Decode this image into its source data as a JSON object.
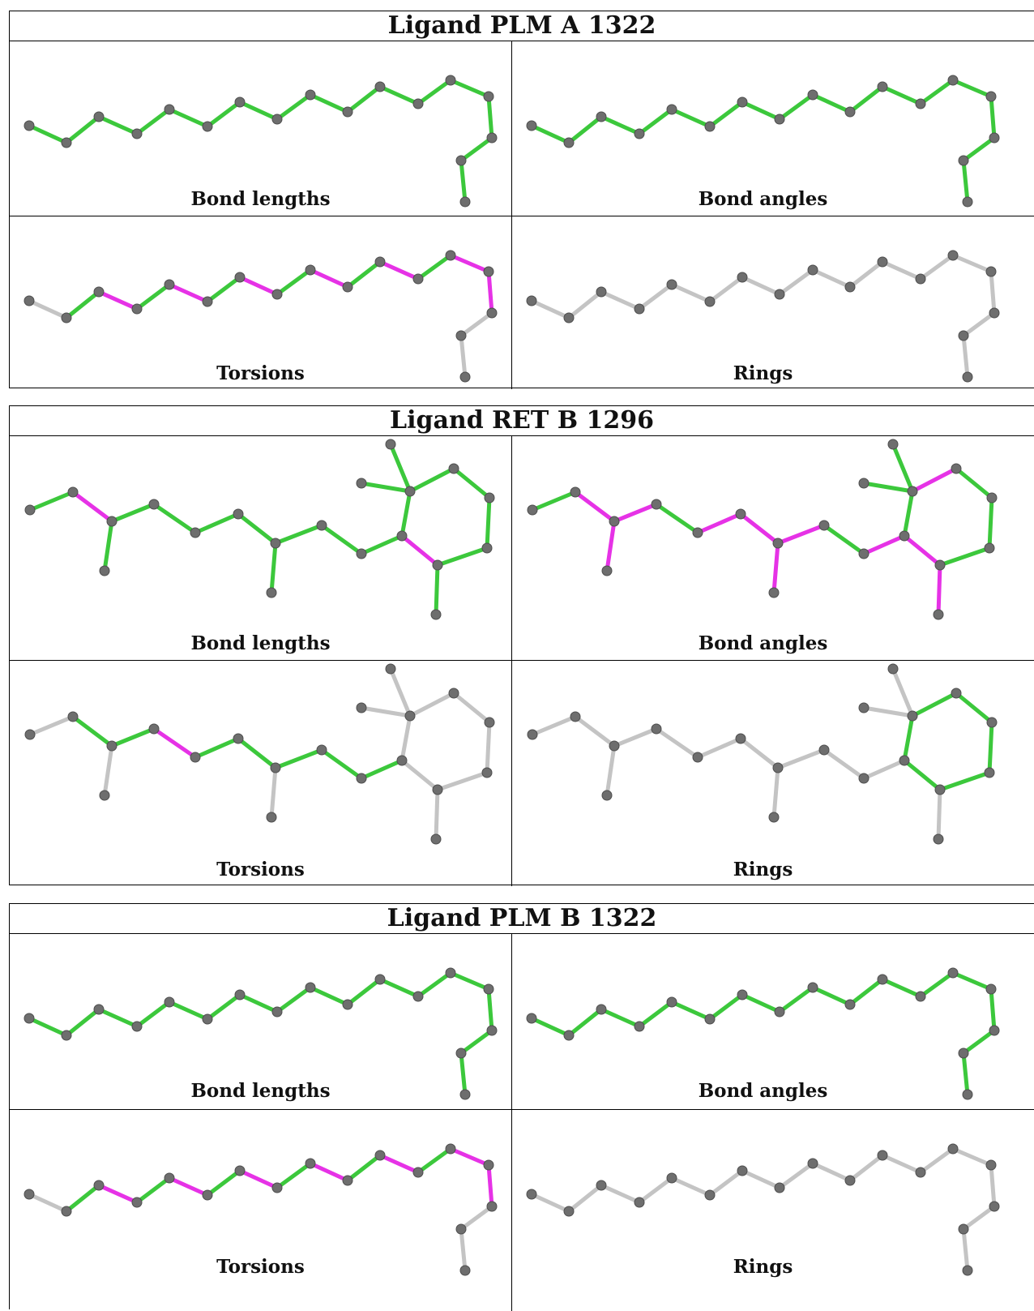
{
  "colors": {
    "good": "#3cc83c",
    "outlier": "#e632e6",
    "none": "#c4c4c4",
    "atom": "#6e6e6e"
  },
  "panel_labels": [
    "Bond lengths",
    "Bond angles",
    "Torsions",
    "Rings"
  ],
  "ligands": [
    {
      "title": "Ligand PLM A 1322",
      "type": "plm",
      "panels": [
        {
          "label_index": 0,
          "bond_status": "all-good"
        },
        {
          "label_index": 1,
          "bond_status": "all-good"
        },
        {
          "label_index": 2,
          "bond_status": "torsion-pattern"
        },
        {
          "label_index": 3,
          "bond_status": "all-none"
        }
      ]
    },
    {
      "title": "Ligand RET B 1296",
      "type": "ret",
      "panels": [
        {
          "label_index": 0,
          "bond_status": "ret-lengths"
        },
        {
          "label_index": 1,
          "bond_status": "ret-angles"
        },
        {
          "label_index": 2,
          "bond_status": "ret-torsions"
        },
        {
          "label_index": 3,
          "bond_status": "ret-rings"
        }
      ]
    },
    {
      "title": "Ligand PLM B 1322",
      "type": "plm",
      "panels": [
        {
          "label_index": 0,
          "bond_status": "all-good"
        },
        {
          "label_index": 1,
          "bond_status": "all-good"
        },
        {
          "label_index": 2,
          "bond_status": "torsion-pattern"
        },
        {
          "label_index": 3,
          "bond_status": "all-none"
        }
      ]
    }
  ]
}
